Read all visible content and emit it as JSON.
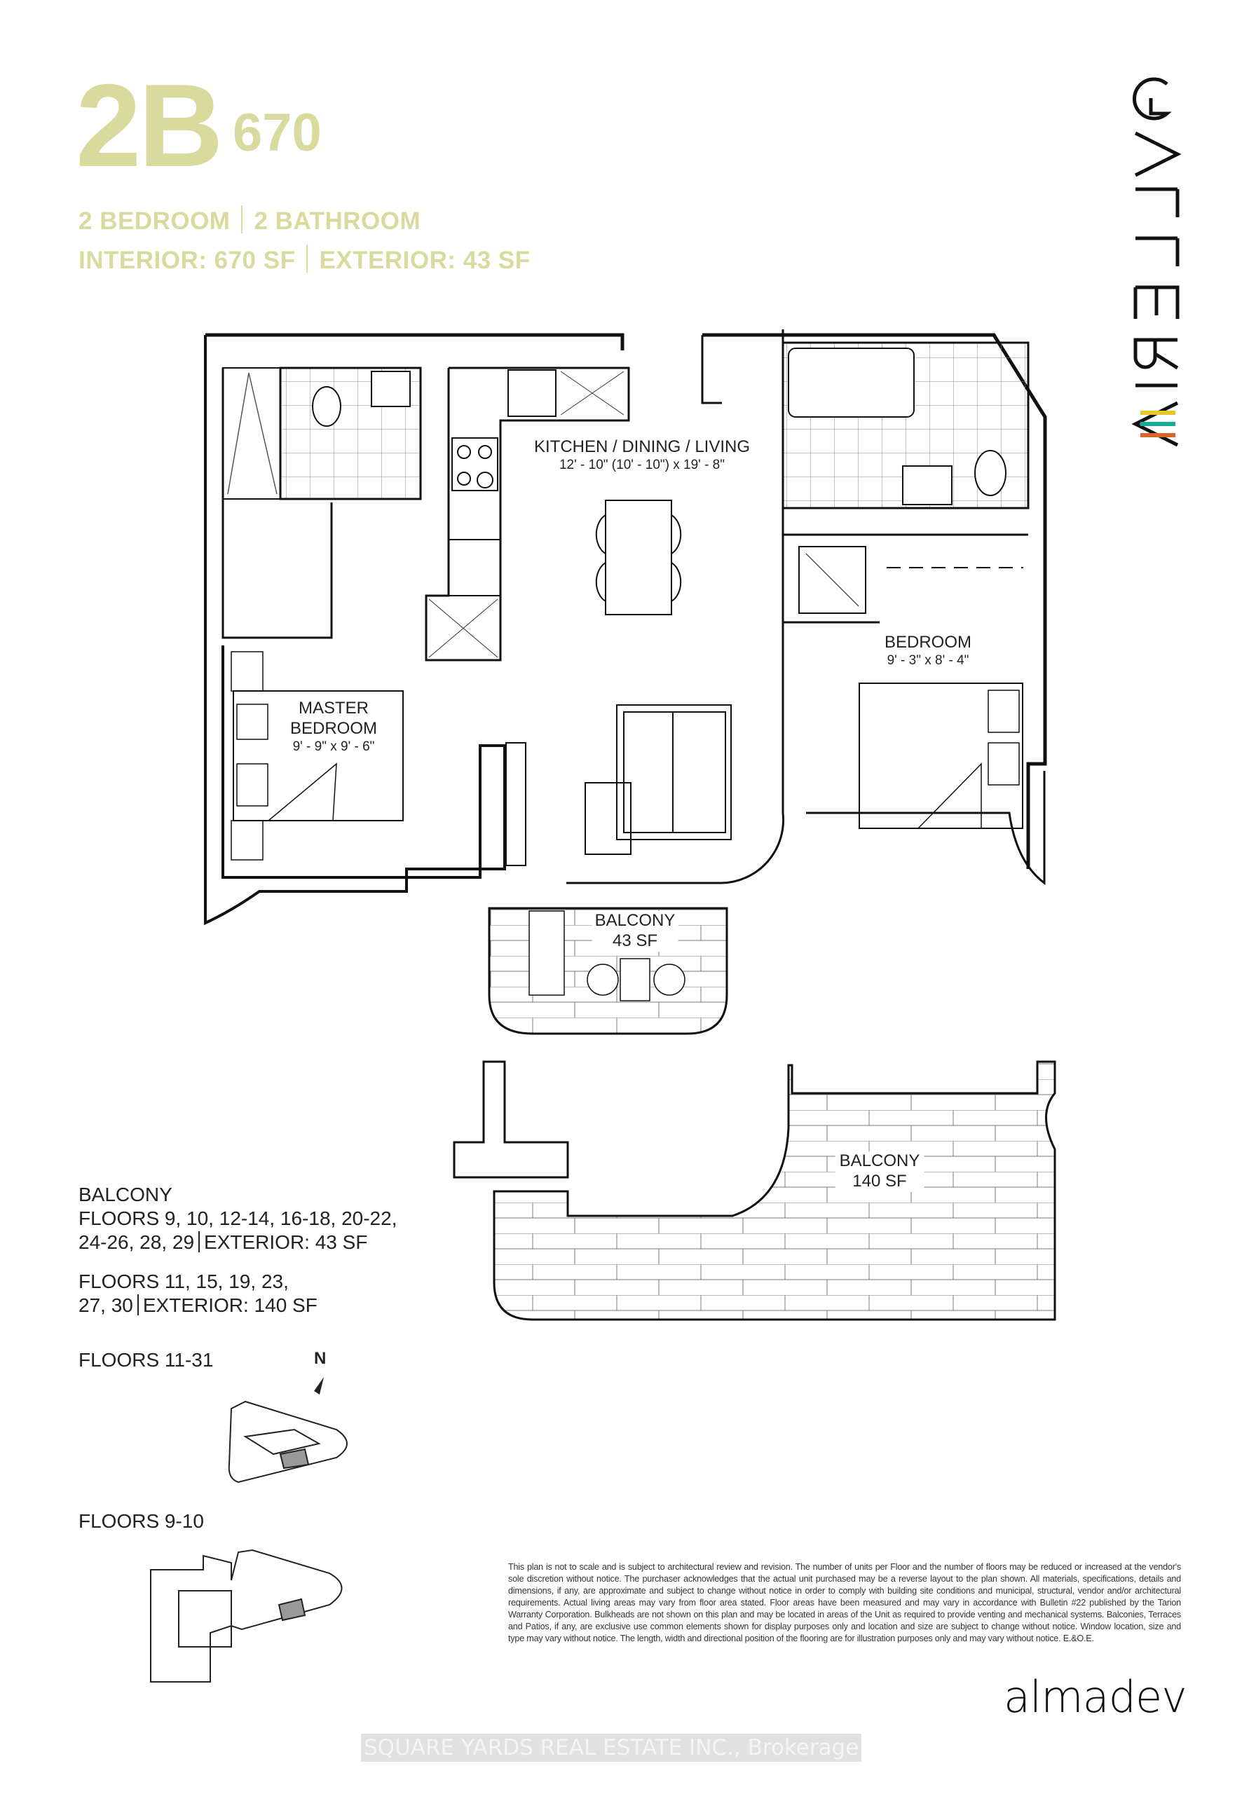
{
  "header": {
    "unit_code": "2B",
    "unit_size": "670",
    "bedrooms": "2 BEDROOM",
    "bathrooms": "2 BATHROOM",
    "interior": "INTERIOR: 670 SF",
    "exterior": "EXTERIOR: 43 SF",
    "accent_color": "#d9da9e"
  },
  "brand": {
    "logo_text": "GALLERIA",
    "logo_stripes": [
      "#e6c629",
      "#1aab94",
      "#d9642a"
    ],
    "developer": "almadev"
  },
  "rooms": {
    "kitchen": {
      "name": "KITCHEN / DINING / LIVING",
      "dims": "12' - 10\" (10' - 10\") x 19' - 8\""
    },
    "master": {
      "name_1": "MASTER",
      "name_2": "BEDROOM",
      "dims": "9' - 9\" x 9' - 6\""
    },
    "bedroom": {
      "name": "BEDROOM",
      "dims": "9' - 3\" x 8' - 4\""
    },
    "balcony_small": {
      "name": "BALCONY",
      "area": "43 SF"
    },
    "balcony_large": {
      "name": "BALCONY",
      "area": "140 SF"
    }
  },
  "notes": {
    "balcony_title": "BALCONY",
    "group1_line1": "FLOORS 9, 10, 12-14, 16-18, 20-22,",
    "group1_line2a": "24-26, 28, 29",
    "group1_line2b": "EXTERIOR: 43 SF",
    "group2_line1": "FLOORS 11, 15, 19, 23,",
    "group2_line2a": "27, 30",
    "group2_line2b": "EXTERIOR: 140 SF",
    "keyplan1_label": "FLOORS 11-31",
    "keyplan2_label": "FLOORS 9-10",
    "north": "N"
  },
  "disclaimer": "This plan is not to scale and is subject to architectural review and revision. The number of units per Floor and the number of floors may be reduced or increased at the vendor's sole discretion without notice. The purchaser acknowledges that the actual unit purchased may be a reverse layout to the plan shown. All materials, specifications, details and dimensions, if any, are approximate and subject to change without notice in order to comply with building site conditions and municipal, structural, vendor and/or architectural requirements. Actual living areas may vary from floor area stated. Floor areas have been measured and may vary in accordance with Bulletin #22 published by the Tarion Warranty Corporation. Bulkheads are not shown on this plan and may be located in areas of the Unit as required to provide venting and mechanical systems. Balconies, Terraces and Patios, if any, are exclusive use common elements shown for display purposes only and location and size are subject to change without notice. Window location, size and type may vary without notice. The length, width and directional position of the flooring are for illustration purposes only and may vary without notice. E.&O.E.",
  "watermark": "SQUARE YARDS REAL ESTATE INC., Brokerage"
}
